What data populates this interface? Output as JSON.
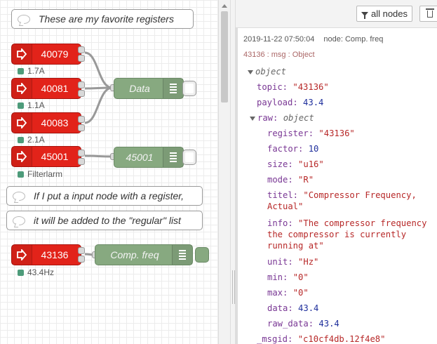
{
  "workspace": {
    "comments": [
      {
        "text": "These are my favorite registers"
      },
      {
        "text": "If I put a input node with a register,"
      },
      {
        "text": "it will be added to the \"regular\" list"
      }
    ],
    "input_nodes": [
      {
        "label": "40079",
        "status": "1.7A"
      },
      {
        "label": "40081",
        "status": "1.1A"
      },
      {
        "label": "40083",
        "status": "2.1A"
      },
      {
        "label": "45001",
        "status": "Filterlarm"
      },
      {
        "label": "43136",
        "status": "43.4Hz"
      }
    ],
    "debug_nodes": [
      {
        "label": "Data",
        "active": false
      },
      {
        "label": "45001",
        "active": false
      },
      {
        "label": "Comp. freq",
        "active": true
      }
    ],
    "colors": {
      "input_node": "#e2231a",
      "debug_node": "#87a980",
      "status_dot": "#4d9b7a"
    }
  },
  "sidebar": {
    "filter_label": "all nodes",
    "filter_icon": "filter-icon",
    "clear_icon": "trash-icon",
    "message": {
      "timestamp": "2019-11-22 07:50:04",
      "node_label": "node: Comp. freq",
      "topic_line": "43136 : msg : Object",
      "root_type": "object",
      "topic_key": "topic:",
      "topic_val": "\"43136\"",
      "payload_key": "payload:",
      "payload_val": "43.4",
      "raw_key": "raw:",
      "raw_type": "object",
      "raw": [
        {
          "key": "register:",
          "val": "\"43136\"",
          "kind": "str"
        },
        {
          "key": "factor:",
          "val": "10",
          "kind": "num"
        },
        {
          "key": "size:",
          "val": "\"u16\"",
          "kind": "str"
        },
        {
          "key": "mode:",
          "val": "\"R\"",
          "kind": "str"
        },
        {
          "key": "titel:",
          "val": "\"Compressor Frequency, Actual\"",
          "kind": "str"
        },
        {
          "key": "info:",
          "val": "\"The compressor frequency the compressor is currently running at\"",
          "kind": "str"
        },
        {
          "key": "unit:",
          "val": "\"Hz\"",
          "kind": "str"
        },
        {
          "key": "min:",
          "val": "\"0\"",
          "kind": "str"
        },
        {
          "key": "max:",
          "val": "\"0\"",
          "kind": "str"
        },
        {
          "key": "data:",
          "val": "43.4",
          "kind": "num"
        },
        {
          "key": "raw_data:",
          "val": "43.4",
          "kind": "num"
        }
      ],
      "msgid_key": "_msgid:",
      "msgid_val": "\"c10cf4db.12f4e8\""
    }
  }
}
